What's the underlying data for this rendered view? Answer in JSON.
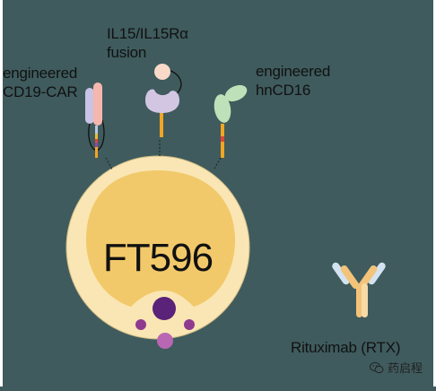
{
  "labels": {
    "car": [
      "engineered",
      "CD19-CAR"
    ],
    "il15": [
      "IL15/IL15Rα",
      "fusion"
    ],
    "cd16": [
      "engineered",
      "hnCD16"
    ],
    "cell": "FT596",
    "antibody": "Rituximab (RTX)"
  },
  "watermark": {
    "text": "药启程",
    "icon": "wechat-icon"
  },
  "colors": {
    "background": "#3f5b5d",
    "cell_outer": "#fae6b4",
    "cell_nucleus": "#f2c96a",
    "car_left": "#c9c3e6",
    "car_right": "#f5b7ad",
    "il15_head": "#f9d9c8",
    "il15_receptor": "#d2c6e3",
    "cd16": "#bfe1b9",
    "stalk": "#f2a524",
    "antibody_dark": "#f3c37a",
    "antibody_light": "#d3e3f1",
    "granule_large": "#5a2278",
    "granule_small": "#8f3a8f",
    "granule_light": "#b967b3"
  }
}
